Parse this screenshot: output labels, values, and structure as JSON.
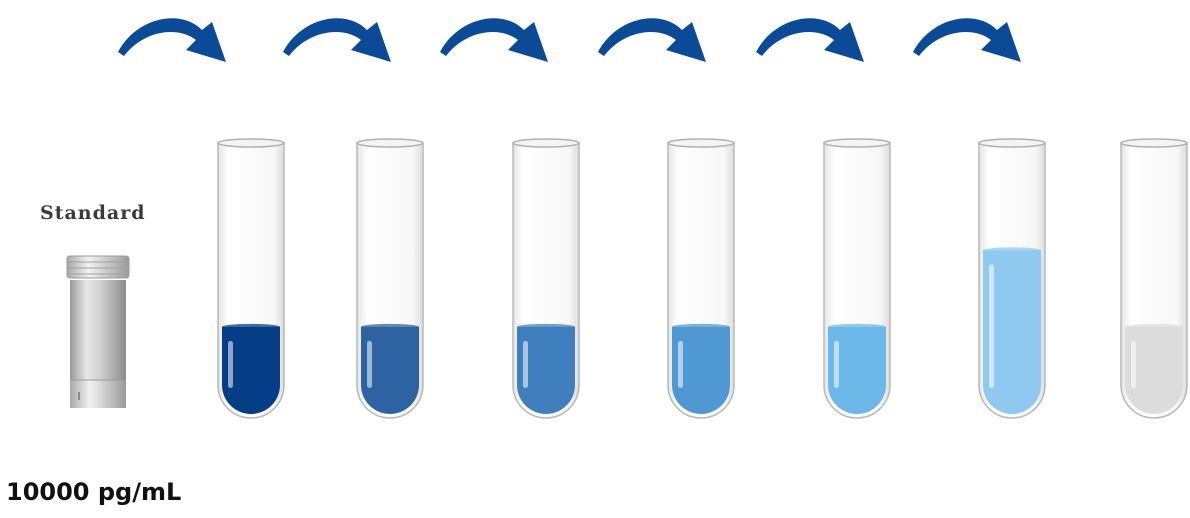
{
  "diagram": {
    "standard_label": "Standard",
    "concentration_label": "10000 pg/mL",
    "arrow_color": "#0b4a96",
    "vial_icon": "standard-vial-icon",
    "arrow_icon": "curved-arrow-icon",
    "tubes": [
      {
        "liquid_color": "#053d86",
        "fill_level": 0.33
      },
      {
        "liquid_color": "#2e63a3",
        "fill_level": 0.33
      },
      {
        "liquid_color": "#3f7fbe",
        "fill_level": 0.33
      },
      {
        "liquid_color": "#5098d3",
        "fill_level": 0.33
      },
      {
        "liquid_color": "#6cb8e8",
        "fill_level": 0.33
      },
      {
        "liquid_color": "#8fc9ef",
        "fill_level": 0.62
      },
      {
        "liquid_color": "#dcdcdc",
        "fill_level": 0.33
      }
    ],
    "arrow_count": 6
  }
}
